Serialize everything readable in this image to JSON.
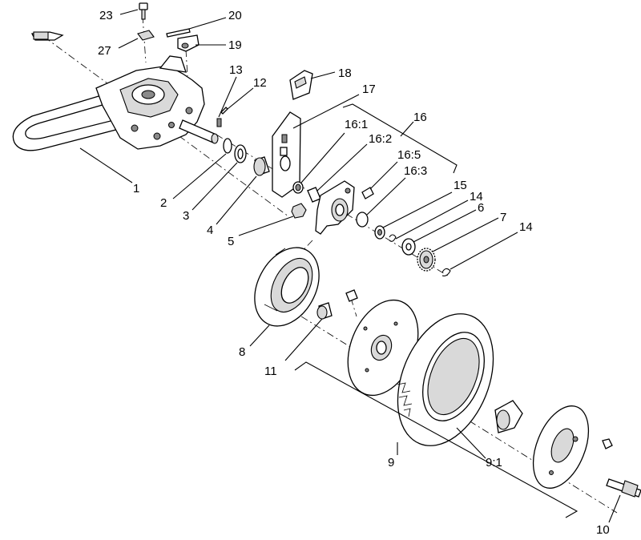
{
  "callouts": {
    "c1": "1",
    "c2": "2",
    "c3": "3",
    "c4": "4",
    "c5": "5",
    "c6": "6",
    "c7": "7",
    "c8": "8",
    "c9": "9",
    "c9_1": "9:1",
    "c10": "10",
    "c11": "11",
    "c12": "12",
    "c13": "13",
    "c14a": "14",
    "c14b": "14",
    "c15": "15",
    "c16": "16",
    "c16_1": "16:1",
    "c16_2": "16:2",
    "c16_3": "16:3",
    "c16_5": "16:5",
    "c17": "17",
    "c18": "18",
    "c19": "19",
    "c20": "20",
    "c23": "23",
    "c27": "27"
  }
}
